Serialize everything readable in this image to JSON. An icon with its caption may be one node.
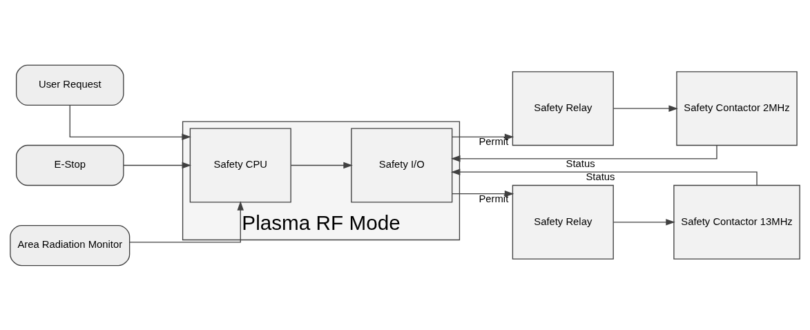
{
  "diagram": {
    "nodes": [
      {
        "text": [
          "User Request"
        ]
      },
      {
        "text": [
          "E-Stop"
        ]
      },
      {
        "text": [
          "Area Radiation Monitor"
        ]
      },
      {
        "text": [
          "Plasma RF Mode"
        ]
      },
      {
        "text": [
          "Safety CPU"
        ],
        "in": 3
      },
      {
        "text": [
          "Safety I/O"
        ],
        "in": 3
      },
      {
        "text": [
          "Safety Relay"
        ]
      },
      {
        "text": [
          "Safety Contactor 2MHz"
        ]
      },
      {
        "text": [
          "Safety Relay"
        ]
      },
      {
        "text": [
          "Safety Contactor 13MHz"
        ]
      }
    ],
    "edges": [
      {
        "from": 0,
        "to": 4,
        "arrow": "to"
      },
      {
        "from": 1,
        "to": 4,
        "arrow": "to"
      },
      {
        "from": 2,
        "to": 4,
        "arrow": "to"
      },
      {
        "from": 4,
        "to": 5,
        "arrow": "to"
      },
      {
        "from": 5,
        "to": 6,
        "arrow": "to",
        "label": "Permit"
      },
      {
        "from": 6,
        "to": 7,
        "arrow": "to"
      },
      {
        "from": 7,
        "to": 5,
        "arrow": "to",
        "label": "Status"
      },
      {
        "from": 5,
        "to": 8,
        "arrow": "to",
        "label": "Permit"
      },
      {
        "from": 8,
        "to": 9,
        "arrow": "to"
      },
      {
        "from": 9,
        "to": 5,
        "arrow": "to",
        "label": "Status"
      }
    ]
  }
}
